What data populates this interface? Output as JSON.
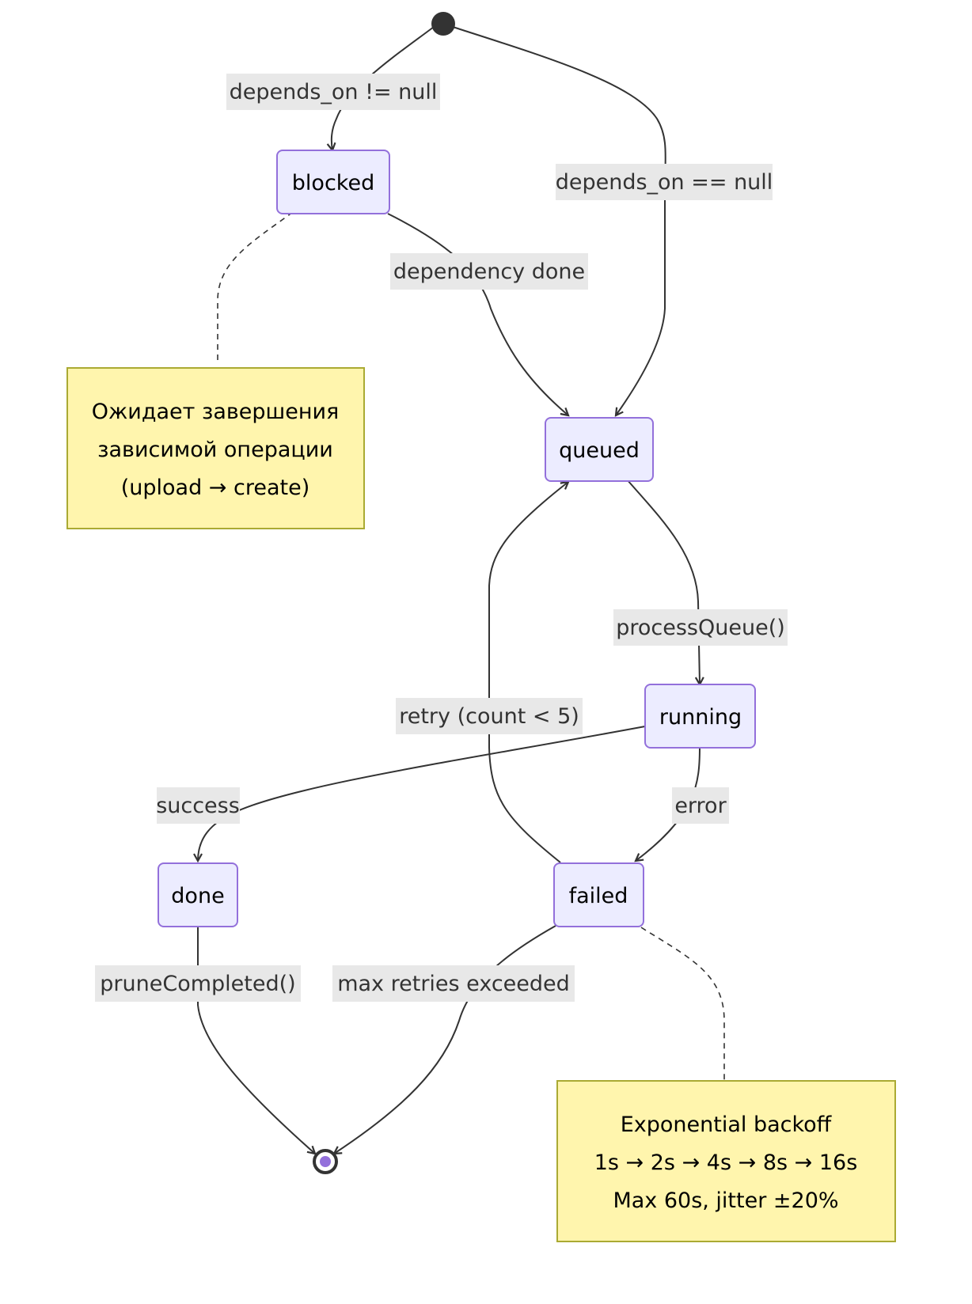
{
  "diagram": {
    "type": "state-diagram",
    "states": {
      "blocked": "blocked",
      "queued": "queued",
      "running": "running",
      "done": "done",
      "failed": "failed"
    },
    "transitions": {
      "start_to_blocked": "depends_on != null",
      "start_to_queued": "depends_on == null",
      "blocked_to_queued": "dependency done",
      "queued_to_running": "processQueue()",
      "running_to_done": "success",
      "running_to_failed": "error",
      "failed_to_queued": "retry (count < 5)",
      "done_to_end": "pruneCompleted()",
      "failed_to_end": "max retries exceeded"
    },
    "notes": {
      "blocked_note": [
        "Ожидает завершения",
        "зависимой операции",
        "(upload → create)"
      ],
      "failed_note": [
        "Exponential backoff",
        "1s → 2s → 4s → 8s → 16s",
        "Max 60s, jitter ±20%"
      ]
    },
    "colors": {
      "state_fill": "#ECECFF",
      "state_border": "#9370DB",
      "note_fill": "#FFF5AD",
      "note_border": "#AAAA33",
      "edge": "#333333",
      "label_bg": "#e8e8e8",
      "end_dot": "#9370DB"
    }
  }
}
